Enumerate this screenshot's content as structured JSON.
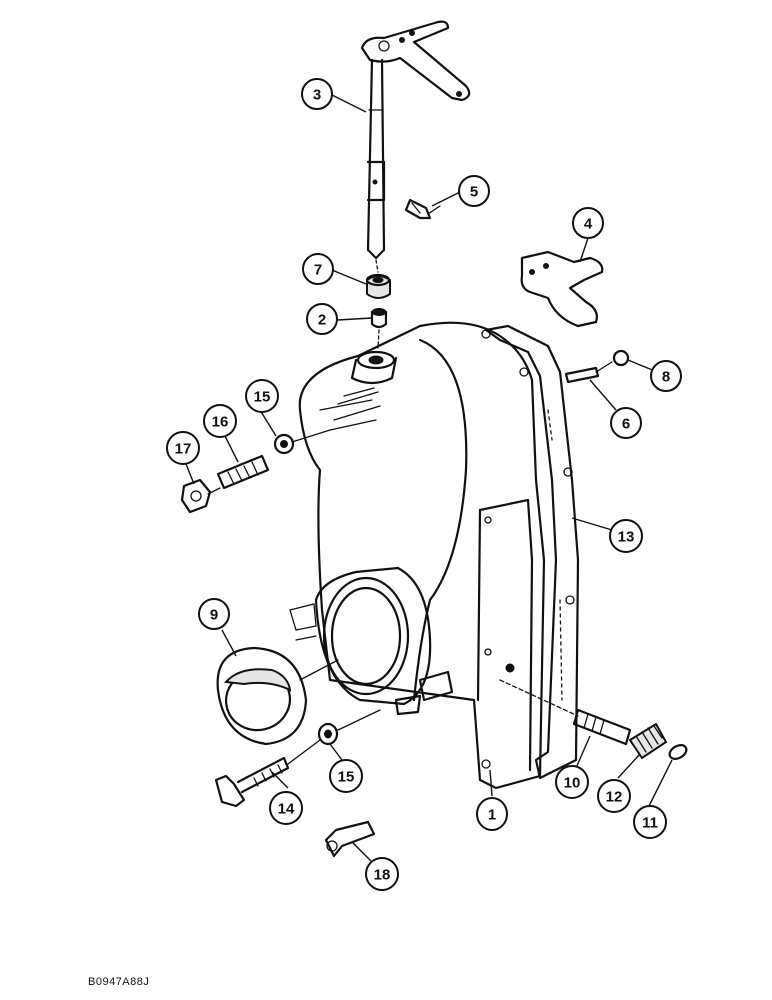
{
  "drawing_ref": "B0947A88J",
  "callouts": [
    {
      "id": "c1",
      "label": "1",
      "part": "cover-housing"
    },
    {
      "id": "c2",
      "label": "2",
      "part": "bushing-small"
    },
    {
      "id": "c3",
      "label": "3",
      "part": "shaft-lever"
    },
    {
      "id": "c4",
      "label": "4",
      "part": "fork-bracket"
    },
    {
      "id": "c5",
      "label": "5",
      "part": "set-screw"
    },
    {
      "id": "c6",
      "label": "6",
      "part": "dowel-pin"
    },
    {
      "id": "c7",
      "label": "7",
      "part": "bushing-large"
    },
    {
      "id": "c8",
      "label": "8",
      "part": "ball"
    },
    {
      "id": "c9",
      "label": "9",
      "part": "seal-ring"
    },
    {
      "id": "c10",
      "label": "10",
      "part": "stud"
    },
    {
      "id": "c11",
      "label": "11",
      "part": "plug"
    },
    {
      "id": "c12",
      "label": "12",
      "part": "spring"
    },
    {
      "id": "c13",
      "label": "13",
      "part": "gasket"
    },
    {
      "id": "c14",
      "label": "14",
      "part": "bolt"
    },
    {
      "id": "c15a",
      "label": "15",
      "part": "washer-upper"
    },
    {
      "id": "c15b",
      "label": "15",
      "part": "washer-lower"
    },
    {
      "id": "c16",
      "label": "16",
      "part": "stud-upper"
    },
    {
      "id": "c17",
      "label": "17",
      "part": "nut"
    },
    {
      "id": "c18",
      "label": "18",
      "part": "fitting"
    }
  ]
}
